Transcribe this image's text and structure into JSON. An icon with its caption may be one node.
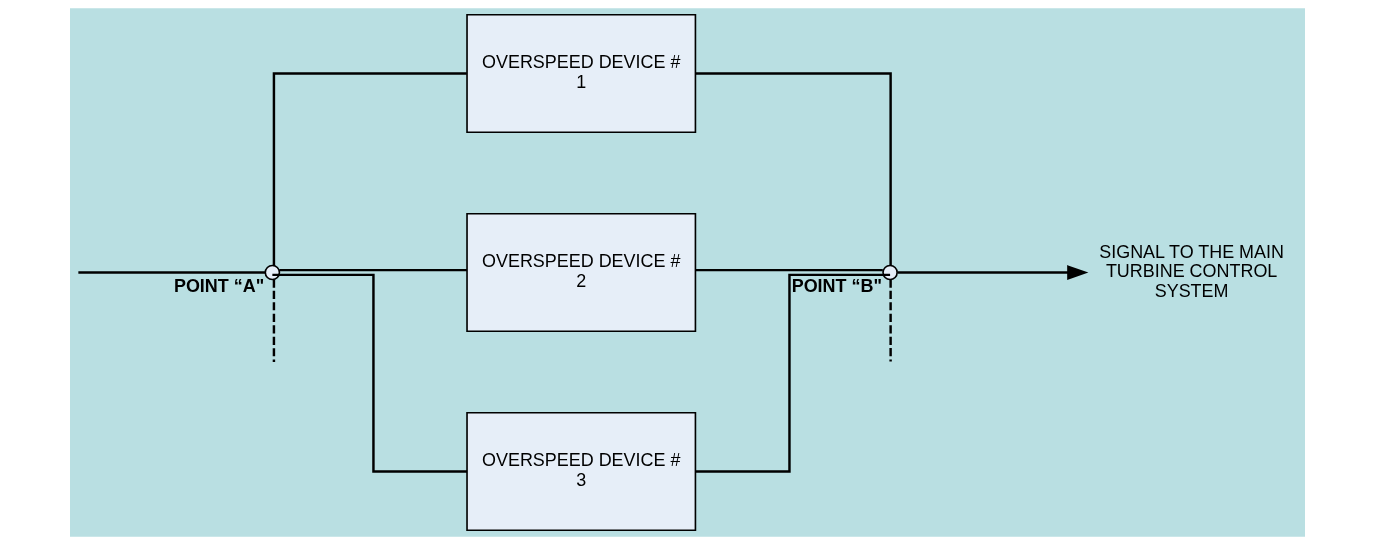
{
  "diagram": {
    "nodes": [
      {
        "text": [],
        "shape": "circle",
        "beside": [
          "POINT “A\""
        ]
      },
      {
        "text": [
          "OVERSPEED DEVICE # 1"
        ]
      },
      {
        "text": [
          "OVERSPEED DEVICE # 2"
        ]
      },
      {
        "text": [
          "OVERSPEED DEVICE # 3"
        ]
      },
      {
        "text": [],
        "shape": "circle",
        "beside": [
          "POINT “B\""
        ]
      },
      {
        "text": [
          "SIGNAL TO THE MAIN TURBINE CONTROL SYSTEM"
        ]
      }
    ],
    "edges": [
      {
        "from": null,
        "to": 0,
        "arrow": "none"
      },
      {
        "from": 0,
        "to": 1,
        "arrow": "none"
      },
      {
        "from": 0,
        "to": 2,
        "arrow": "none"
      },
      {
        "from": 0,
        "to": 3,
        "arrow": "none"
      },
      {
        "from": 1,
        "to": 4,
        "arrow": "none"
      },
      {
        "from": 2,
        "to": 4,
        "arrow": "none"
      },
      {
        "from": 3,
        "to": 4,
        "arrow": "none"
      },
      {
        "from": 4,
        "to": 5,
        "arrow": "to"
      },
      {
        "from": 0,
        "to": null,
        "arrow": "none",
        "style": "dashed"
      },
      {
        "from": 4,
        "to": null,
        "arrow": "none",
        "style": "dashed"
      }
    ]
  }
}
